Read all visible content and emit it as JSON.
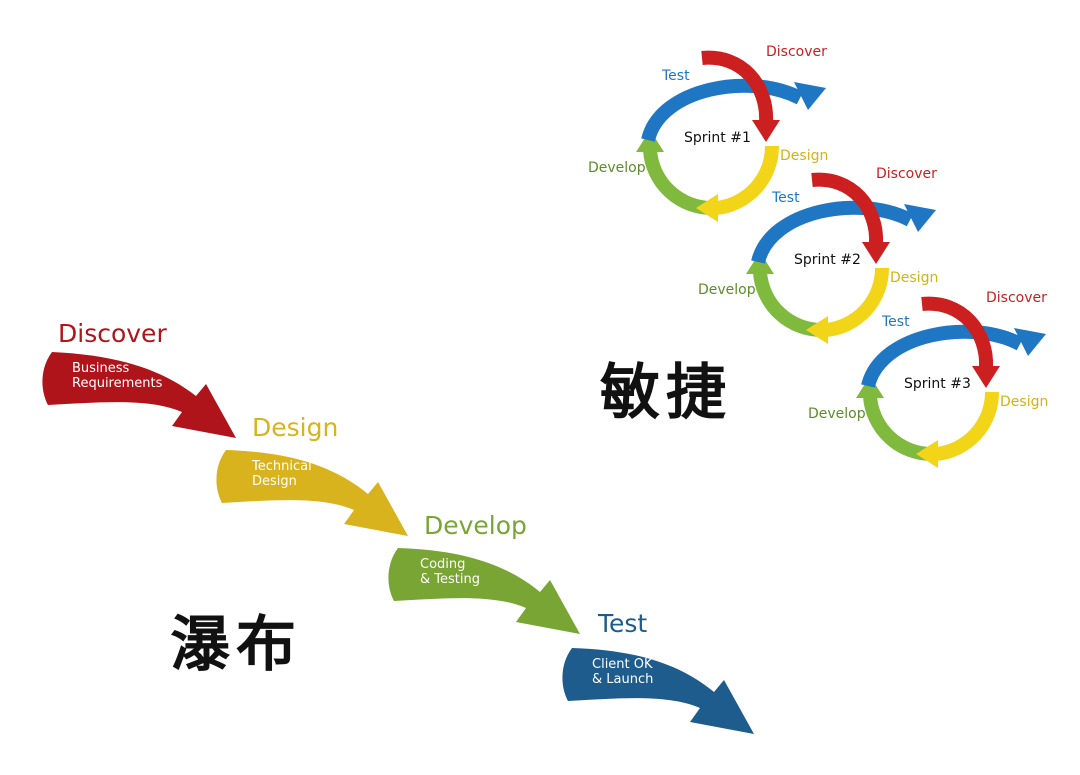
{
  "colors": {
    "discover": "#b0141b",
    "design": "#d9b31e",
    "develop": "#79a534",
    "test": "#1d5c8c",
    "sprint_test": "#1f77c4",
    "sprint_design": "#f2d518",
    "sprint_develop": "#7fba3e",
    "sprint_discover": "#cc1f1f"
  },
  "waterfall": {
    "title": "瀑布",
    "steps": [
      {
        "name": "Discover",
        "line1": "Business",
        "line2": "Requirements"
      },
      {
        "name": "Design",
        "line1": "Technical",
        "line2": "Design"
      },
      {
        "name": "Develop",
        "line1": "Coding",
        "line2": "& Testing"
      },
      {
        "name": "Test",
        "line1": "Client OK",
        "line2": "& Launch"
      }
    ]
  },
  "agile": {
    "title": "敏捷",
    "sprints": [
      {
        "name": "Sprint #1",
        "discover": "Discover",
        "design": "Design",
        "develop": "Develop",
        "test": "Test"
      },
      {
        "name": "Sprint #2",
        "discover": "Discover",
        "design": "Design",
        "develop": "Develop",
        "test": "Test"
      },
      {
        "name": "Sprint #3",
        "discover": "Discover",
        "design": "Design",
        "develop": "Develop",
        "test": "Test"
      }
    ]
  }
}
